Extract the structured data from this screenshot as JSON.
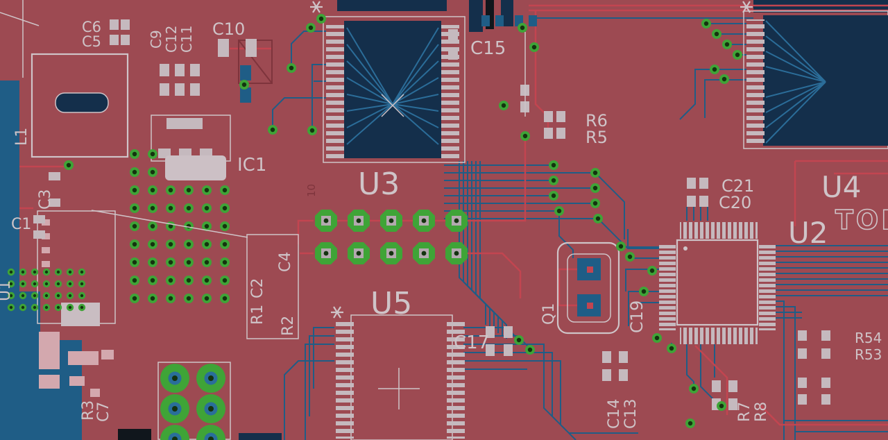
{
  "view": {
    "name": "pcb-board-top-view",
    "layer_shown": "top-and-bottom-copper"
  },
  "colors": {
    "board-red": "#9d4a52",
    "trace-red": "#c24550",
    "deep-red": "#7e343c",
    "copper-blue": "#1f5d86",
    "copper-blue-2": "#2b6d99",
    "body-navy": "#142f4b",
    "via-green": "#3fa437",
    "via-hole": "#14330f",
    "pad-gray": "#c5b9be",
    "pad-pink": "#d3a8ae",
    "silk": "#cfc4c8"
  },
  "labels": {
    "u1": "U1",
    "u2": "U2",
    "u3": "U3",
    "u4": "U4",
    "u5": "U5",
    "ic1": "IC1",
    "l1": "L1",
    "q1": "Q1",
    "c1": "C1",
    "c2": "C2",
    "c3": "C3",
    "c4": "C4",
    "c5": "C5",
    "c6": "C6",
    "c7": "C7",
    "c9": "C9",
    "c10": "C10",
    "c11": "C11",
    "c12": "C12",
    "c13": "C13",
    "c14": "C14",
    "c15": "C15",
    "c17": "C17",
    "c19": "C19",
    "c20": "C20",
    "c21": "C21",
    "r1": "R1",
    "r2": "R2",
    "r3": "R3",
    "r5": "R5",
    "r6": "R6",
    "r7": "R7",
    "r8": "R8",
    "r53": "R53",
    "r54": "R54",
    "pin10": "10",
    "top_marking": "TOP"
  }
}
